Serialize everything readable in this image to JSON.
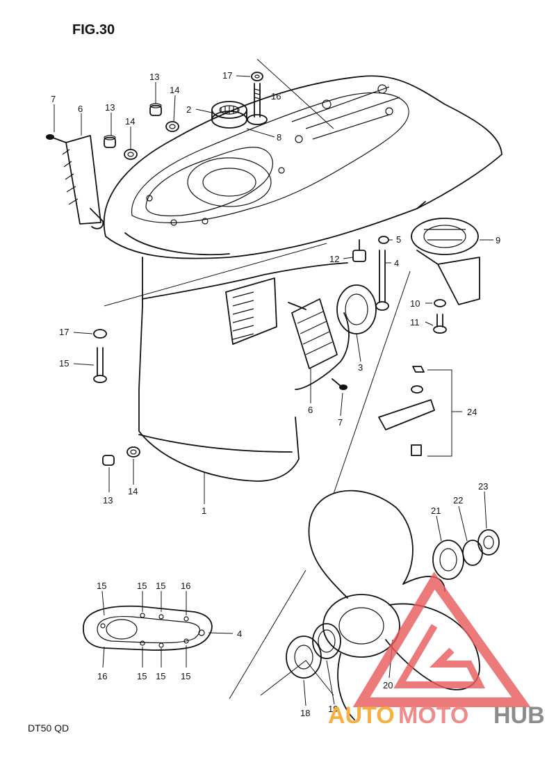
{
  "figure_title": "FIG.30",
  "model_label": "DT50 QD",
  "watermark": {
    "text_auto": "AUTO",
    "text_moto": "MOTO",
    "text_hub": "HUB",
    "color_auto": "#f5b041",
    "color_moto": "#ef8b8b",
    "color_hub": "#8c8c8c",
    "logo_color": "#e85a5a"
  },
  "callouts": [
    {
      "id": "c7a",
      "text": "7"
    },
    {
      "id": "c6a",
      "text": "6"
    },
    {
      "id": "c13a",
      "text": "13"
    },
    {
      "id": "c14a",
      "text": "14"
    },
    {
      "id": "c13b",
      "text": "13"
    },
    {
      "id": "c14b",
      "text": "14"
    },
    {
      "id": "c2",
      "text": "2"
    },
    {
      "id": "c17a",
      "text": "17"
    },
    {
      "id": "c16a",
      "text": "16"
    },
    {
      "id": "c8",
      "text": "8"
    },
    {
      "id": "c5",
      "text": "5"
    },
    {
      "id": "c9",
      "text": "9"
    },
    {
      "id": "c12",
      "text": "12"
    },
    {
      "id": "c4a",
      "text": "4"
    },
    {
      "id": "c10",
      "text": "10"
    },
    {
      "id": "c11",
      "text": "11"
    },
    {
      "id": "c17b",
      "text": "17"
    },
    {
      "id": "c15a",
      "text": "15"
    },
    {
      "id": "c3",
      "text": "3"
    },
    {
      "id": "c6b",
      "text": "6"
    },
    {
      "id": "c7b",
      "text": "7"
    },
    {
      "id": "c24",
      "text": "24"
    },
    {
      "id": "c13c",
      "text": "13"
    },
    {
      "id": "c14c",
      "text": "14"
    },
    {
      "id": "c1",
      "text": "1"
    },
    {
      "id": "c23",
      "text": "23"
    },
    {
      "id": "c22",
      "text": "22"
    },
    {
      "id": "c21",
      "text": "21"
    },
    {
      "id": "c15b",
      "text": "15"
    },
    {
      "id": "c15c",
      "text": "15"
    },
    {
      "id": "c15d",
      "text": "15"
    },
    {
      "id": "c16b",
      "text": "16"
    },
    {
      "id": "c4b",
      "text": "4"
    },
    {
      "id": "c16c",
      "text": "16"
    },
    {
      "id": "c15e",
      "text": "15"
    },
    {
      "id": "c15f",
      "text": "15"
    },
    {
      "id": "c15g",
      "text": "15"
    },
    {
      "id": "c20",
      "text": "20"
    },
    {
      "id": "c18",
      "text": "18"
    },
    {
      "id": "c19",
      "text": "19"
    }
  ]
}
